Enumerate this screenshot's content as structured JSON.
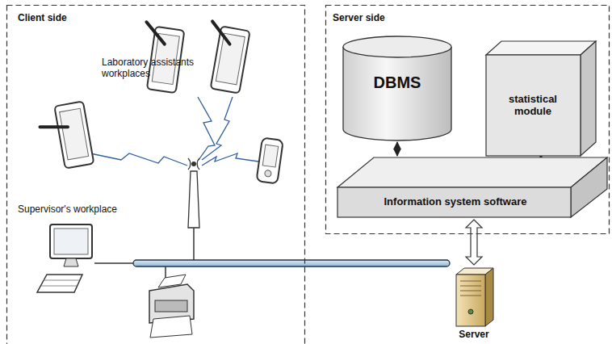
{
  "diagram": {
    "nodes": [
      {
        "text": [
          "Client side"
        ]
      },
      {
        "text": [
          "Server side"
        ]
      },
      {
        "text": [
          "DBMS"
        ],
        "in": 1
      },
      {
        "text": [
          "statistical module"
        ],
        "in": 1
      },
      {
        "text": [
          "Information system software"
        ],
        "in": 1
      },
      {
        "text": [
          "Server"
        ]
      }
    ],
    "edges": [
      {
        "from": 2,
        "to": 4,
        "arrow": "both"
      },
      {
        "from": 3,
        "to": 4,
        "arrow": "both"
      },
      {
        "from": 5,
        "to": 4,
        "arrow": "both"
      }
    ],
    "labels": [
      "Laboratory assistants workplaces",
      "Supervisor's workplace"
    ]
  }
}
